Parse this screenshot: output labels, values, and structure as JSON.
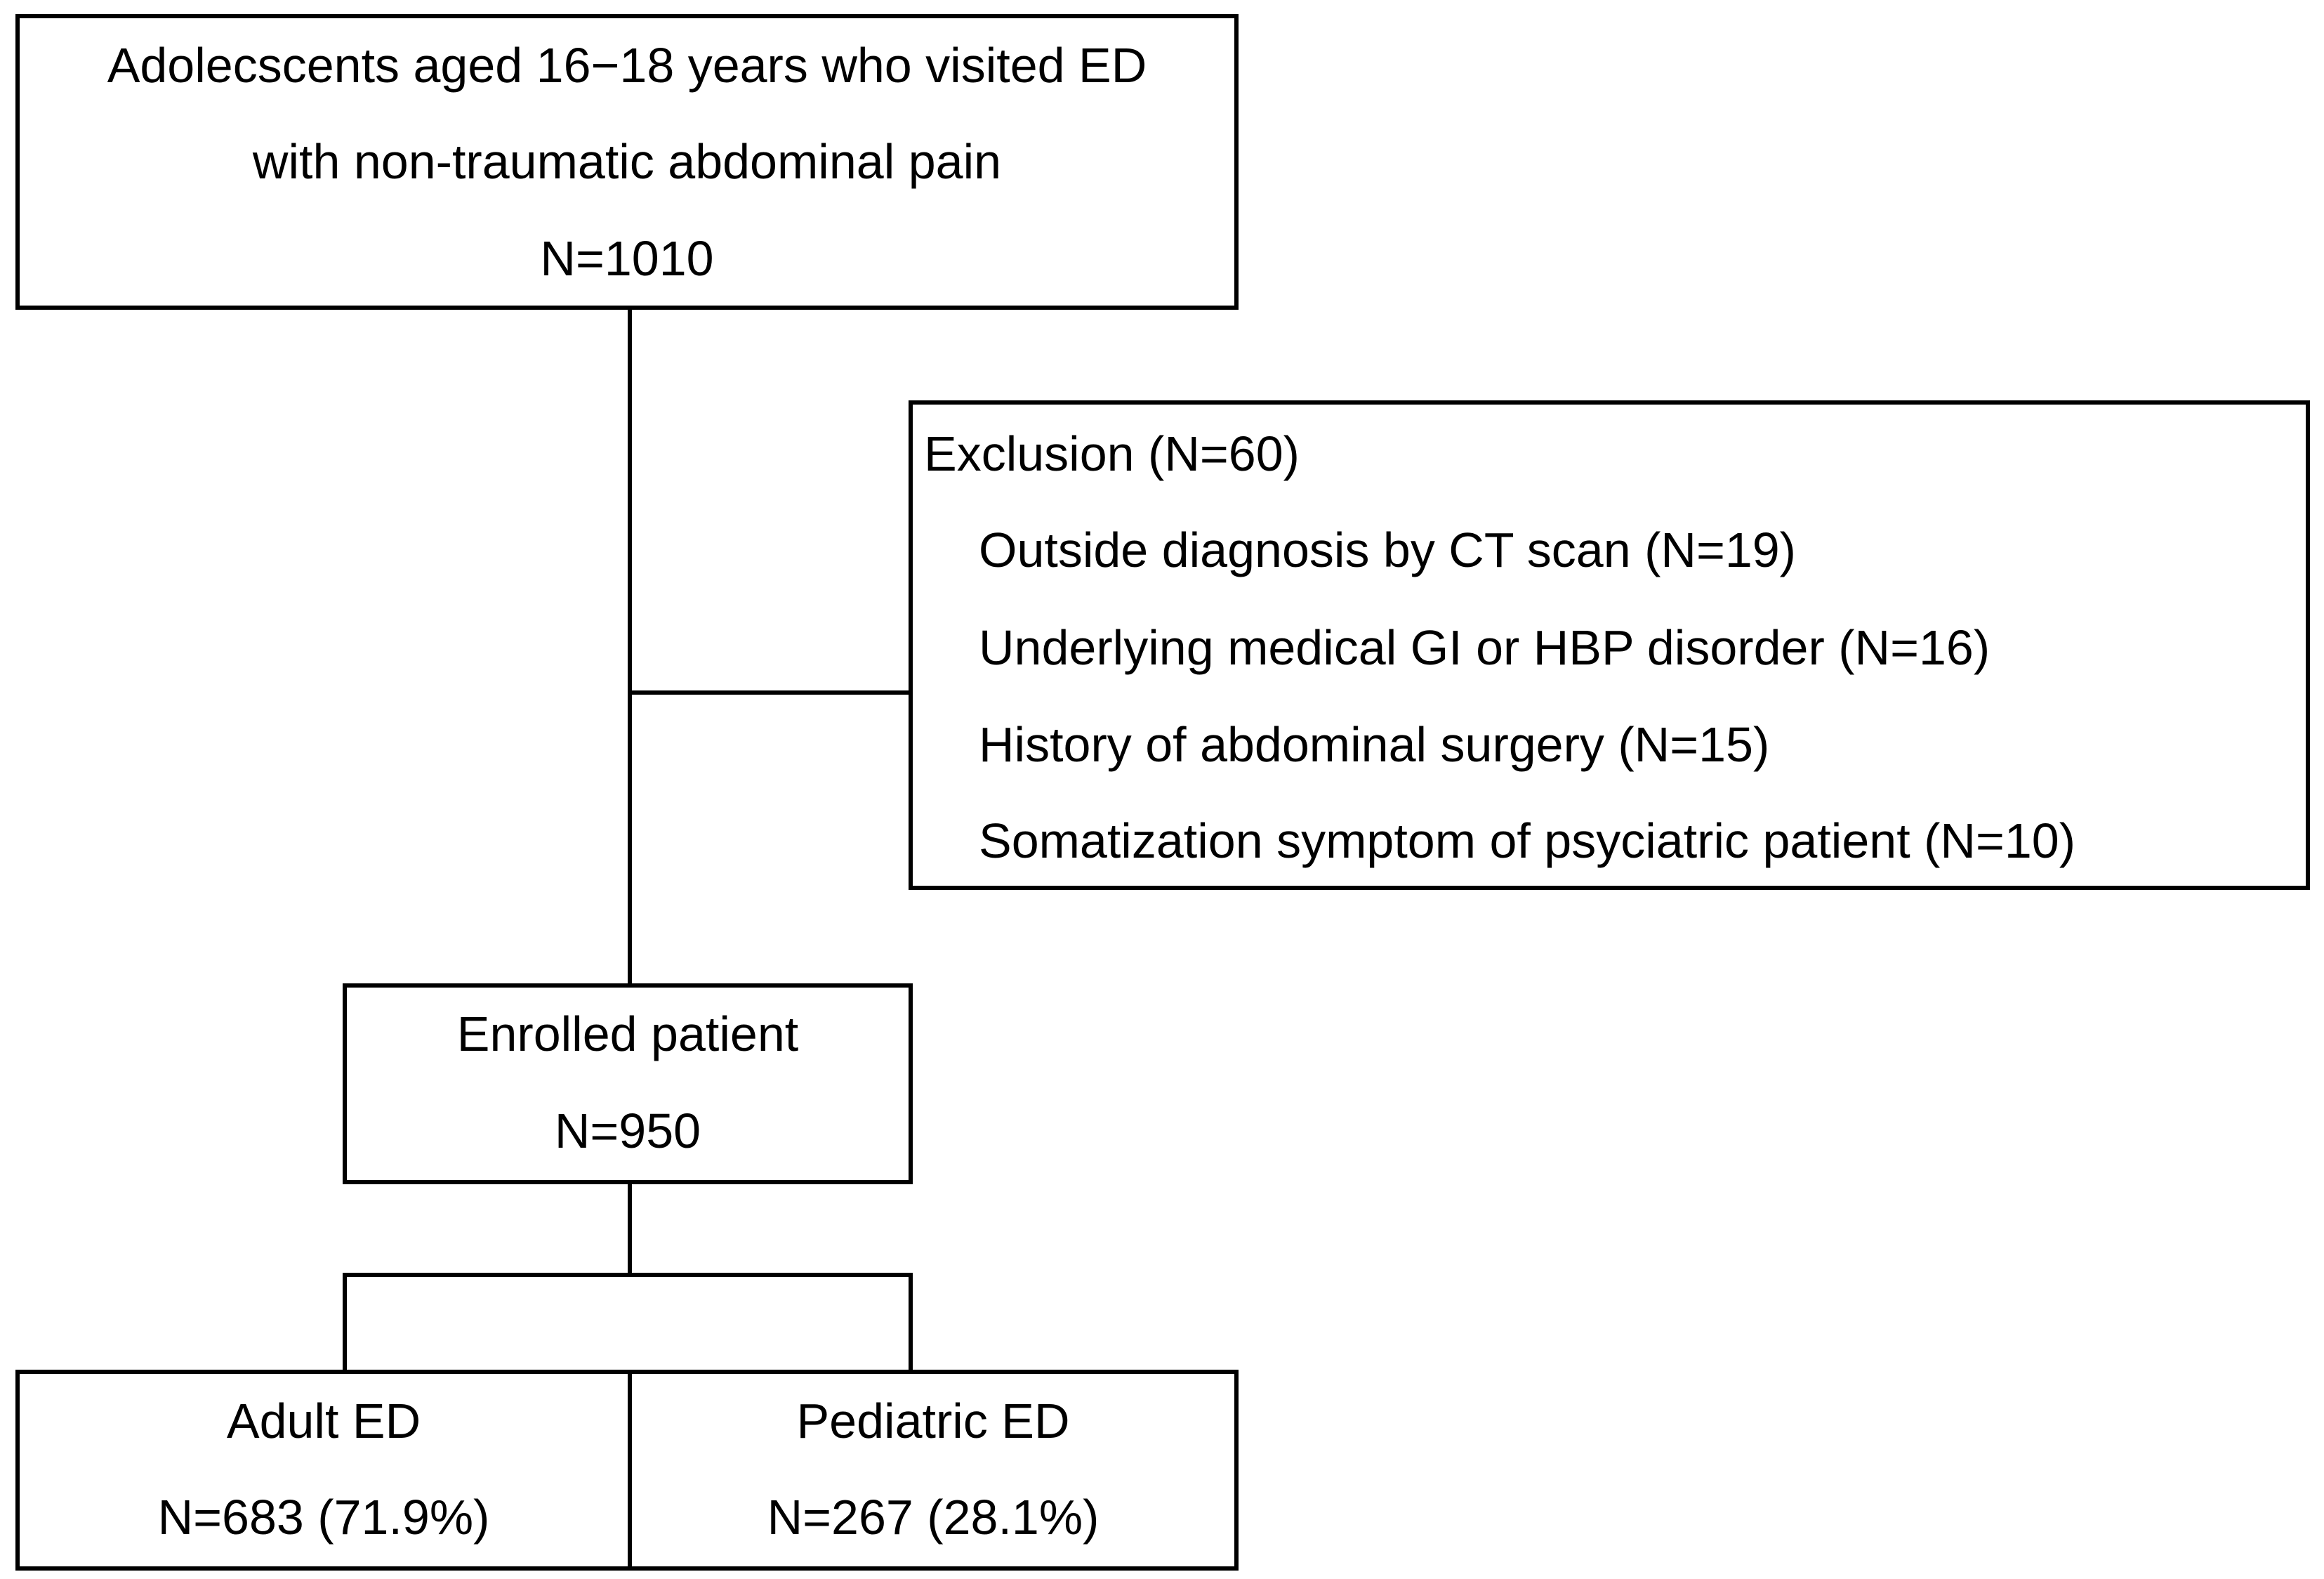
{
  "top_box": {
    "line1": "Adolecscents aged 16−18 years who visited ED",
    "line2": "with non-traumatic abdominal pain",
    "count": "N=1010"
  },
  "exclusion_box": {
    "title": "Exclusion (N=60)",
    "items": [
      "Outside diagnosis by CT scan (N=19)",
      "Underlying medical GI or HBP disorder (N=16)",
      "History of abdominal surgery (N=15)",
      "Somatization symptom of psyciatric patient (N=10)"
    ]
  },
  "enrolled_box": {
    "label": "Enrolled patient",
    "count": "N=950"
  },
  "adult_box": {
    "label": "Adult ED",
    "count": "N=683 (71.9%)"
  },
  "pediatric_box": {
    "label": "Pediatric ED",
    "count": "N=267 (28.1%)"
  }
}
